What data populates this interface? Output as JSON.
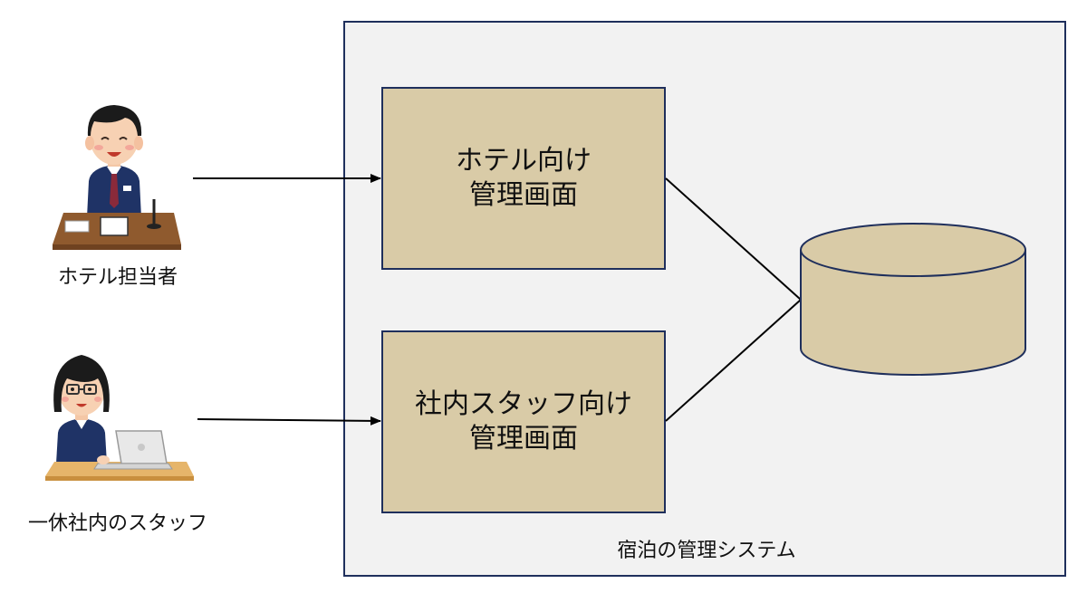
{
  "actors": [
    {
      "label": "ホテル担当者"
    },
    {
      "label": "一休社内のスタッフ"
    }
  ],
  "system": {
    "label": "宿泊の管理システム"
  },
  "screens": [
    {
      "line1": "ホテル向け",
      "line2": "管理画面"
    },
    {
      "line1": "社内スタッフ向け",
      "line2": "管理画面"
    }
  ],
  "colors": {
    "border": "#1f2f5c",
    "box_fill": "#d9cba7",
    "system_fill": "#f2f2f2",
    "arrow": "#000000"
  }
}
